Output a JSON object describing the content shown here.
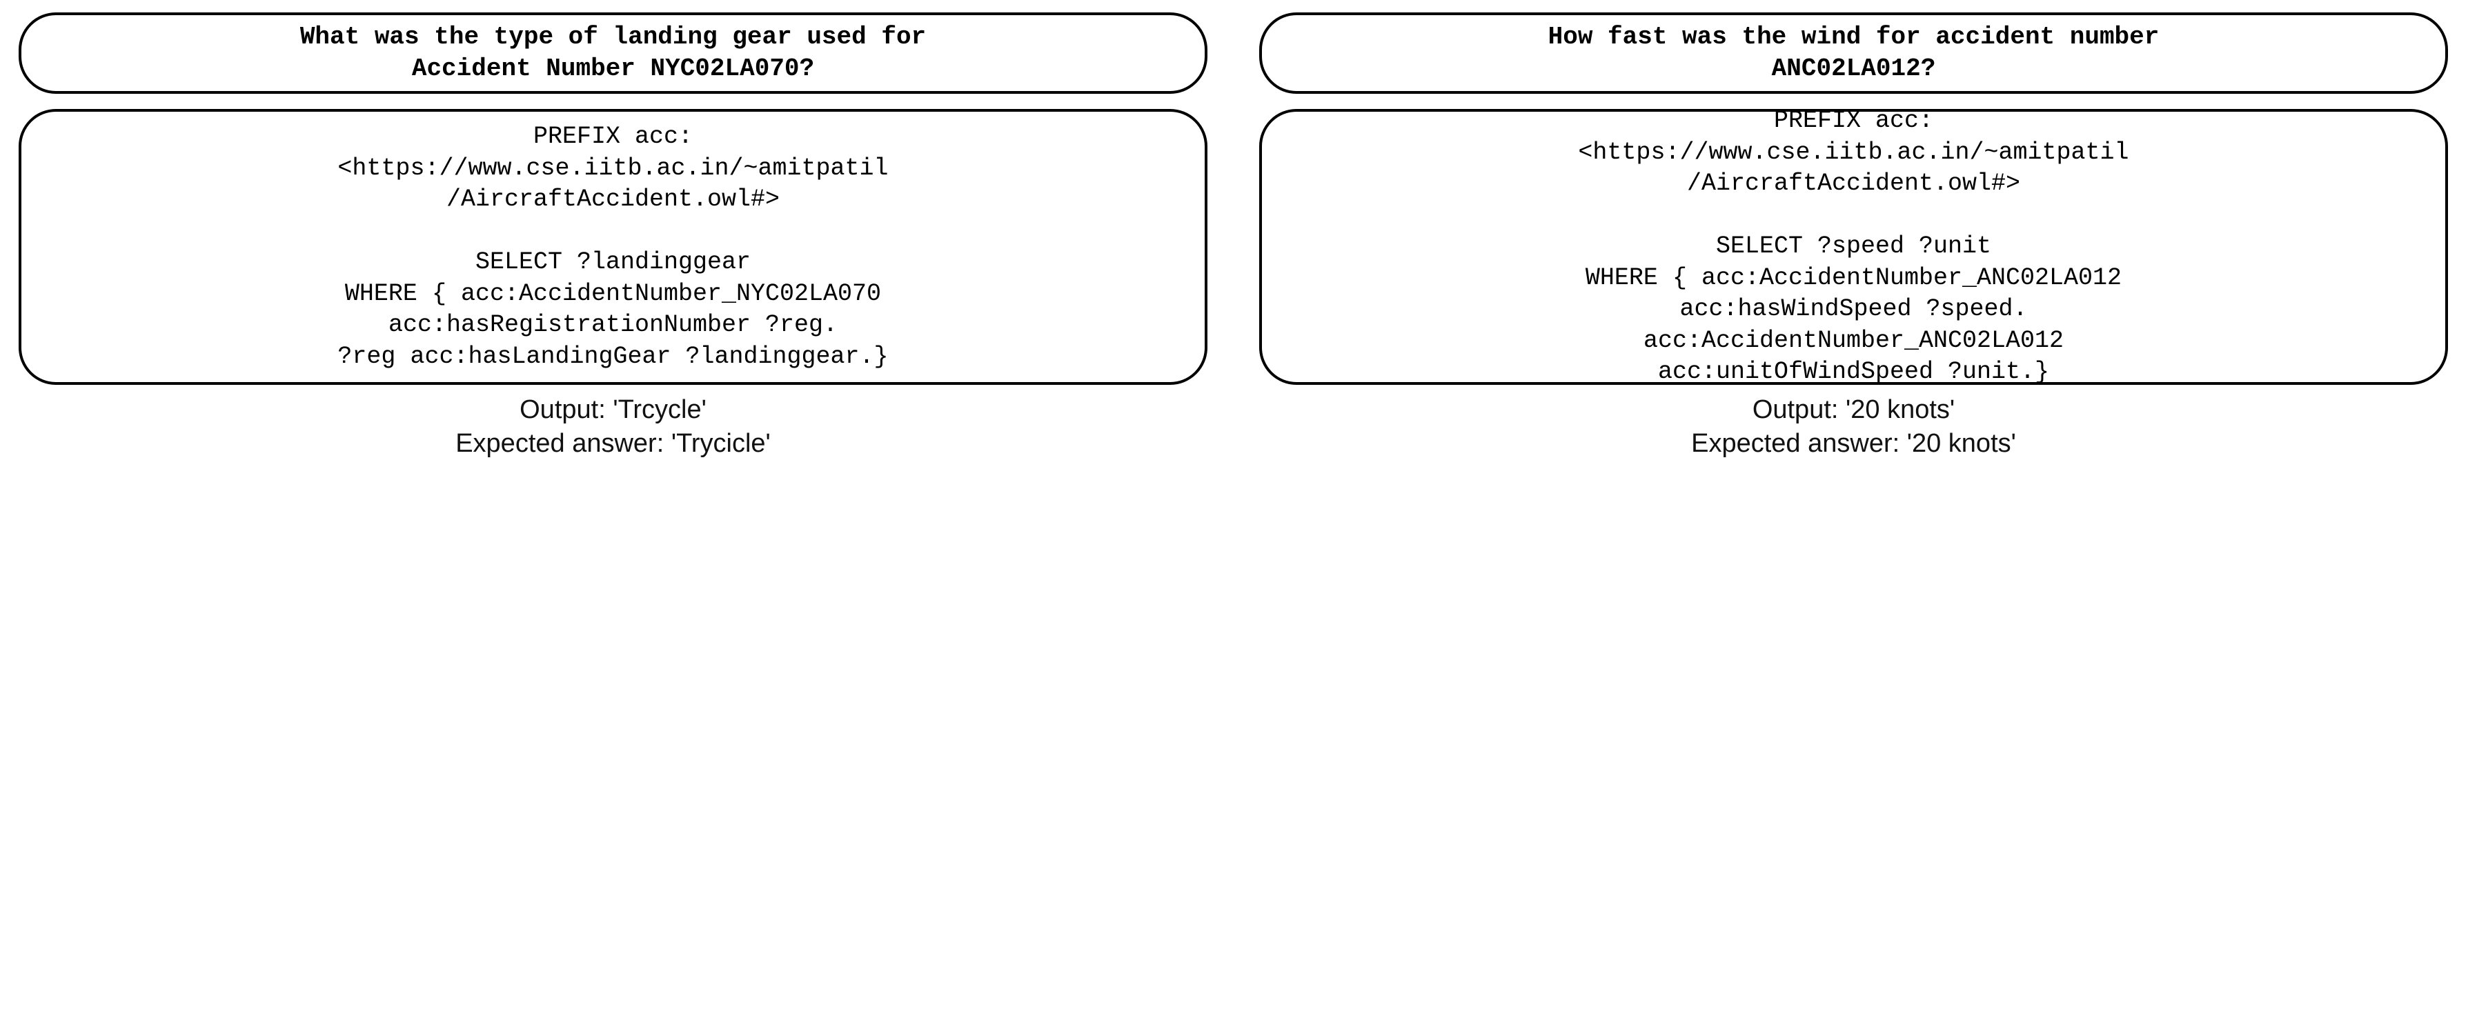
{
  "figure": {
    "background_color": "#ffffff",
    "text_color": "#000000",
    "border_color": "#000000"
  },
  "examples": [
    {
      "id": "example-landing-gear",
      "question": "What was the type of landing gear used for\nAccident Number NYC02LA070?",
      "query": "PREFIX acc:\n<https://www.cse.iitb.ac.in/~amitpatil\n/AircraftAccident.owl#>\n\nSELECT ?landinggear\nWHERE { acc:AccidentNumber_NYC02LA070\nacc:hasRegistrationNumber ?reg.\n?reg acc:hasLandingGear ?landinggear.}",
      "output_line": "Output: 'Trcycle'",
      "expected_line": "Expected answer: 'Trycicle'"
    },
    {
      "id": "example-wind-speed",
      "question": "How fast was the wind for accident number\nANC02LA012?",
      "query": "PREFIX acc:\n<https://www.cse.iitb.ac.in/~amitpatil\n/AircraftAccident.owl#>\n\nSELECT ?speed ?unit\nWHERE { acc:AccidentNumber_ANC02LA012\nacc:hasWindSpeed ?speed.\nacc:AccidentNumber_ANC02LA012\nacc:unitOfWindSpeed ?unit.}",
      "output_line": "Output: '20 knots'",
      "expected_line": "Expected answer: '20 knots'"
    }
  ]
}
